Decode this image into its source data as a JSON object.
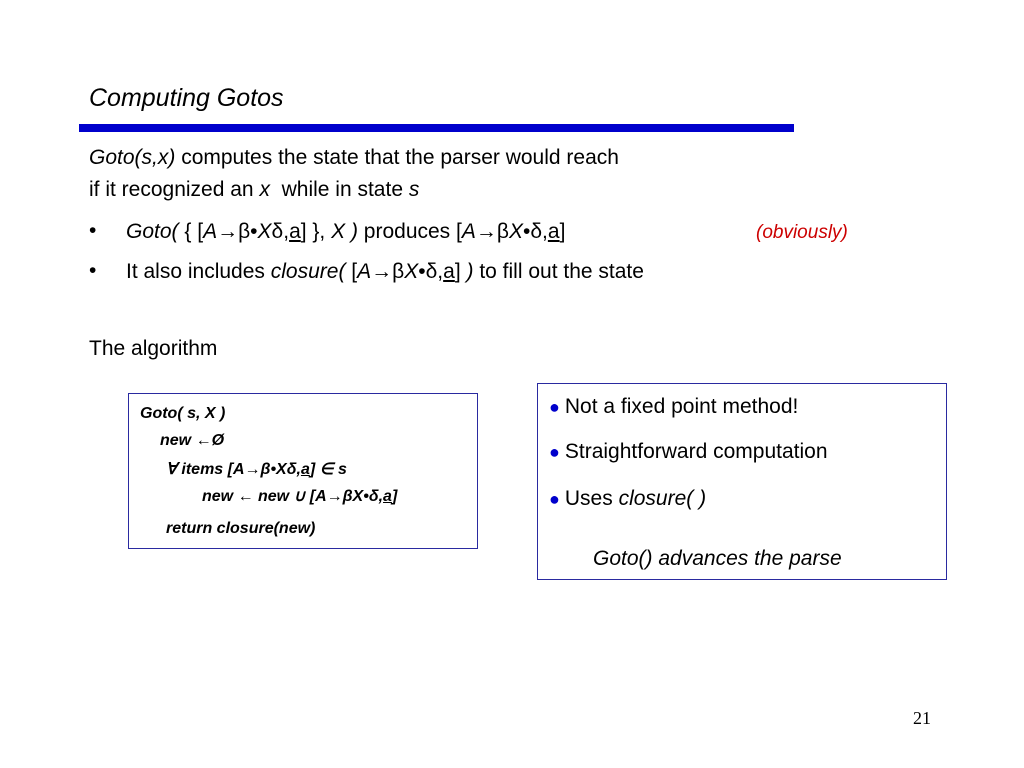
{
  "slide": {
    "title": "Computing Gotos",
    "intro": {
      "line1_italic": "Goto(s,x)",
      "line1_rest": " computes the state that the parser would reach",
      "line2_a": "if it recognized an ",
      "line2_x": "x",
      "line2_b": "  while in state ",
      "line2_s": "s"
    },
    "bullets": [
      {
        "p1": "Goto(",
        "p2": " { [",
        "p3": "A",
        "p4": "→β•",
        "p5": "X",
        "p6": "δ,",
        "p7": "a",
        "p8": "] }, ",
        "p9": "X )",
        "p10": " produces [",
        "p11": "A",
        "p12": "→β",
        "p13": "X",
        "p14": "•δ,",
        "p15": "a",
        "p16": "]",
        "aside": "(obviously)"
      },
      {
        "p1": "It also includes ",
        "p2": "closure(",
        "p3": " [",
        "p4": "A",
        "p5": "→β",
        "p6": "X",
        "p7": "•δ,",
        "p8": "a",
        "p9": "]",
        "p10": " )",
        "p11": " to fill out the state"
      }
    ],
    "algorithm_heading": "The algorithm",
    "algorithm": {
      "l1": "Goto( s, X )",
      "l2": "new ←Ø",
      "l3a": "∀ items [",
      "l3b": "A→β•Xδ,",
      "l3c": "a",
      "l3d": "] ∈ s",
      "l4a": "new ← new ∪ [",
      "l4b": "A→βX•δ,",
      "l4c": "a",
      "l4d": "]",
      "l5": "return closure(new)"
    },
    "notes": {
      "items": [
        {
          "text": "Not a fixed point method!"
        },
        {
          "text": "Straightforward computation"
        },
        {
          "text": "Uses ",
          "italic": "closure( )"
        }
      ],
      "footer": "Goto() advances the parse"
    },
    "page_number": "21",
    "colors": {
      "rule": "#0000cc",
      "aside": "#cc0000",
      "box_border": "#2a2aa0"
    }
  }
}
